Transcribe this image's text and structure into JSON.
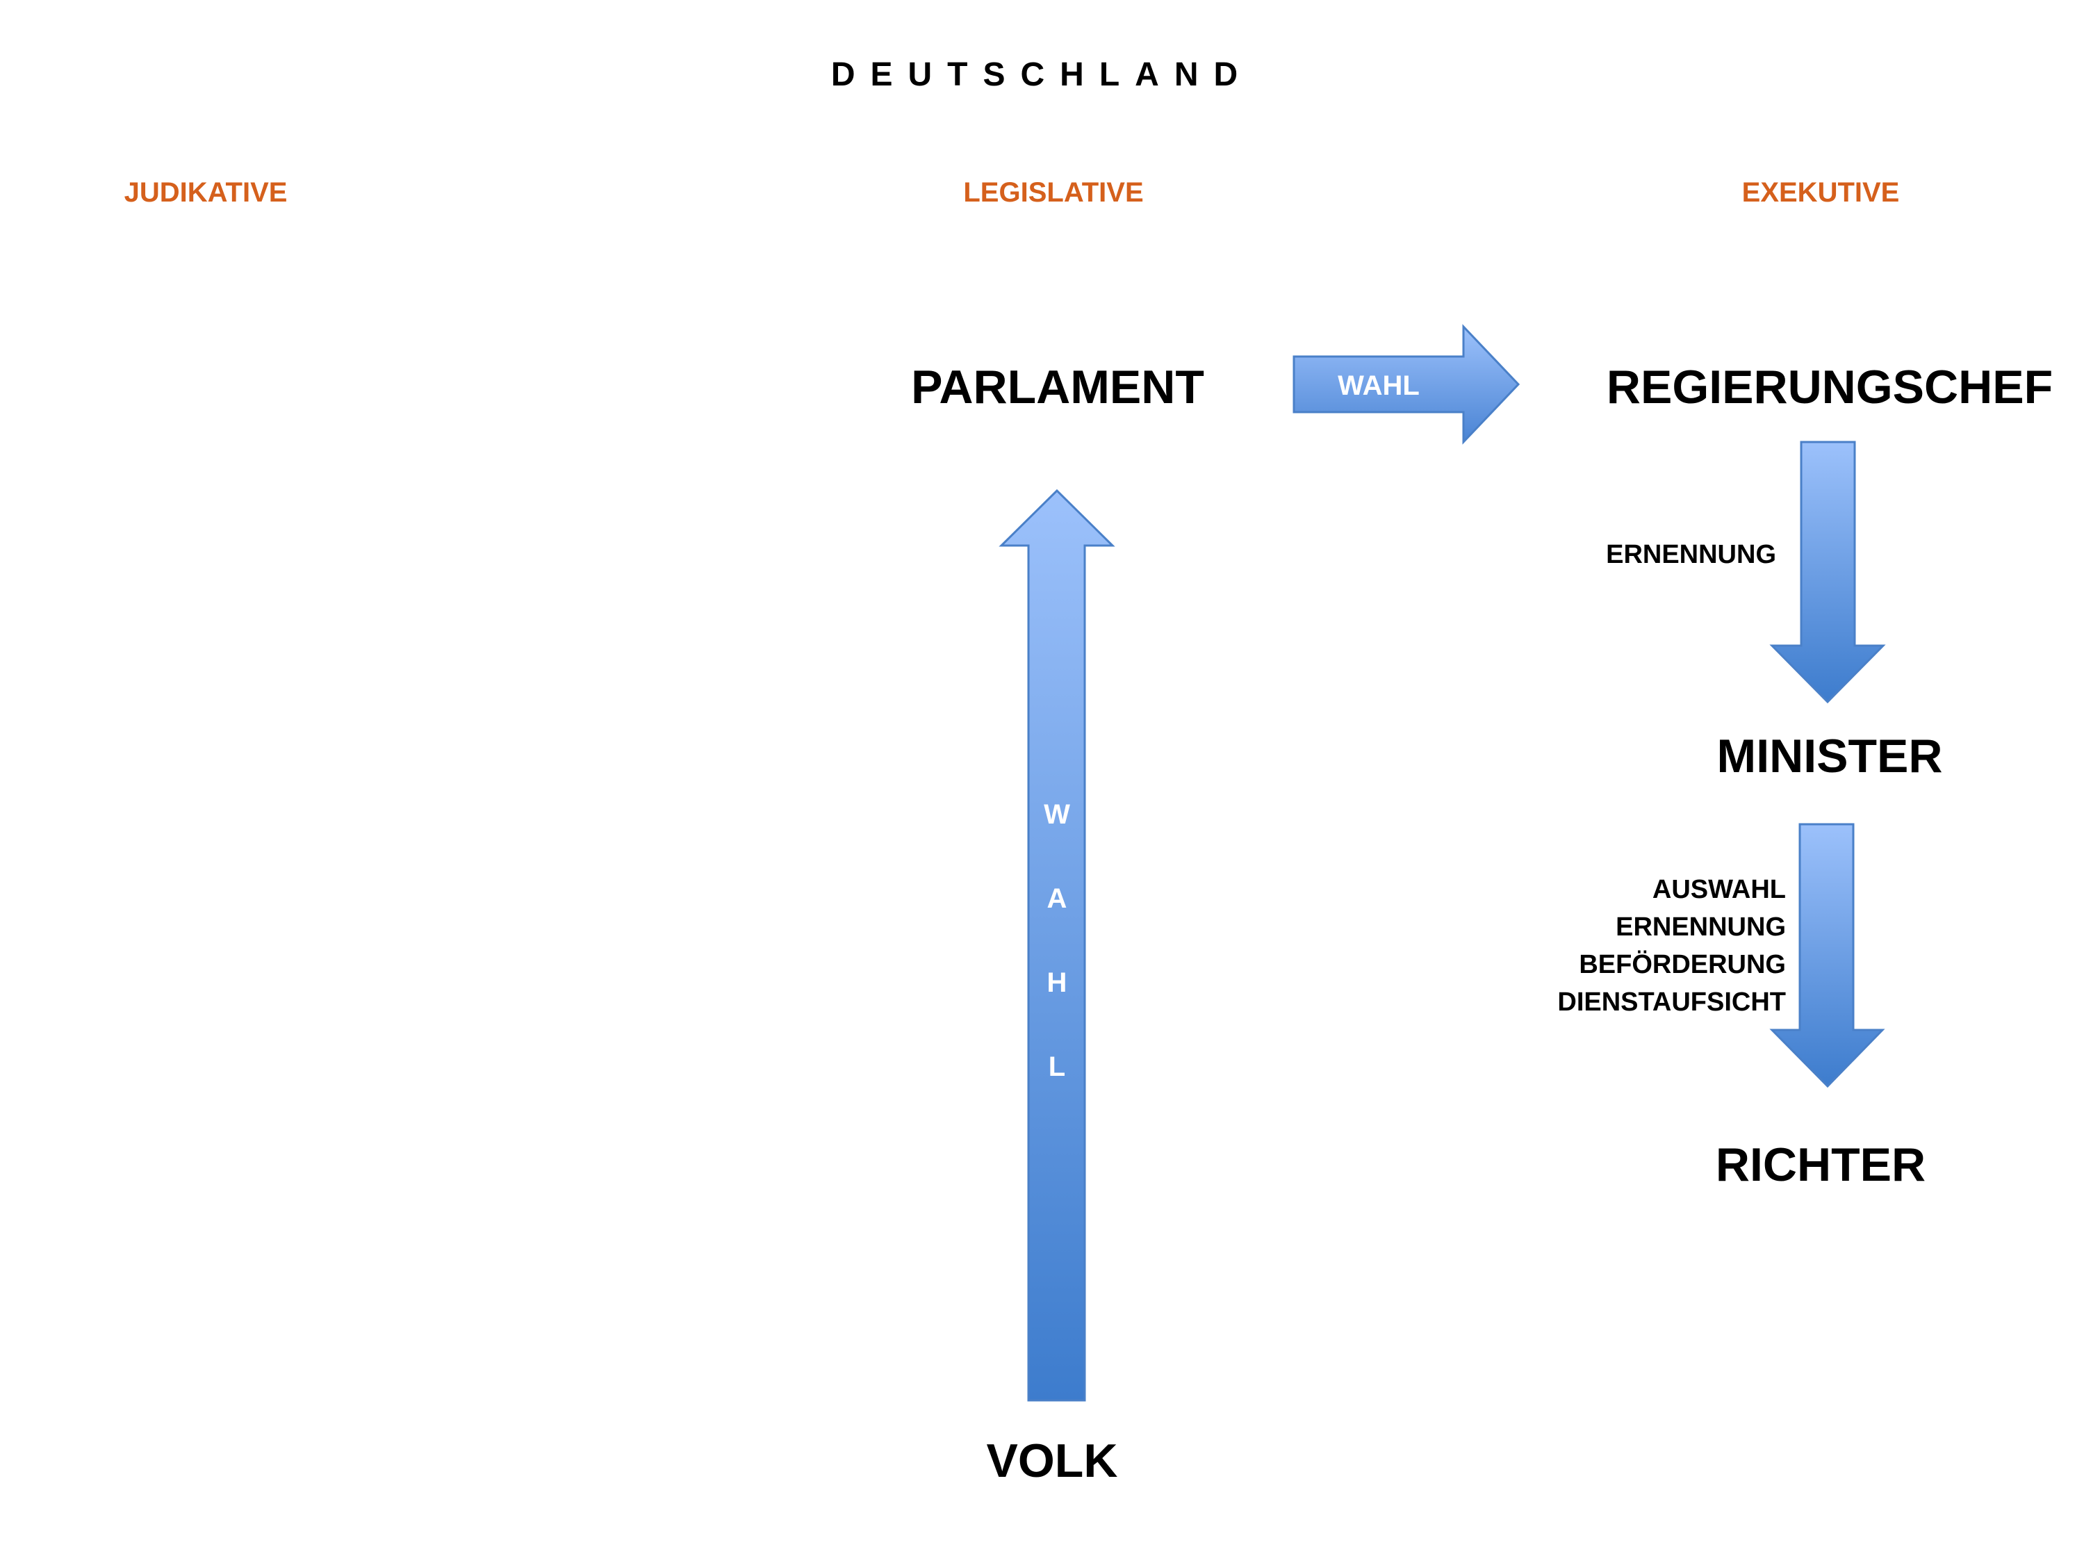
{
  "title": "DEUTSCHLAND",
  "columns": {
    "judikative": "JUDIKATIVE",
    "legislative": "LEGISLATIVE",
    "exekutive": "EXEKUTIVE"
  },
  "nodes": {
    "parlament": "PARLAMENT",
    "regierungschef": "REGIERUNGSCHEF",
    "minister": "MINISTER",
    "richter": "RICHTER",
    "volk": "VOLK"
  },
  "edges": {
    "parlament_to_regierungschef": "WAHL",
    "volk_to_parlament": [
      "W",
      "A",
      "H",
      "L"
    ],
    "regierungschef_to_minister": "ERNENNUNG",
    "minister_to_richter": [
      "AUSWAHL",
      "ERNENNUNG",
      "BEFÖRDERUNG",
      "DIENSTAUFSICHT"
    ]
  },
  "colors": {
    "column_heading": "#d5601c",
    "arrow_light": "#9cc1fb",
    "arrow_dark": "#3d7ccd",
    "arrow_stroke": "#4a80c8"
  }
}
